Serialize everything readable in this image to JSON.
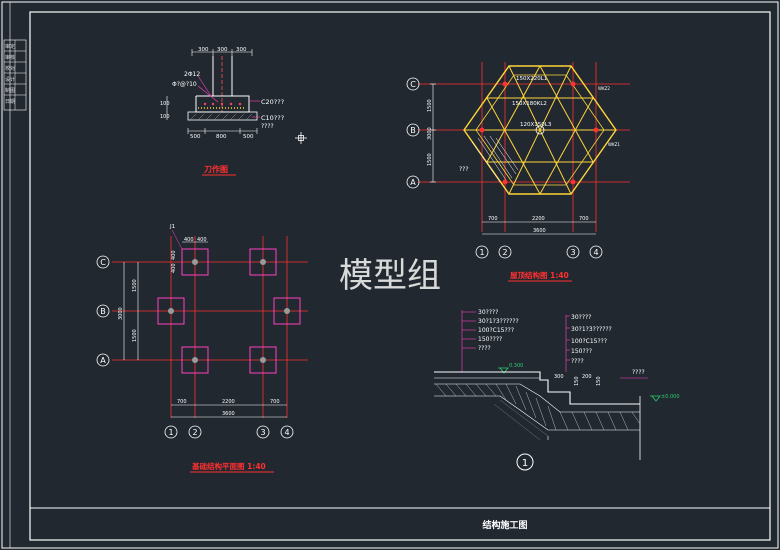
{
  "watermark": "模型组",
  "sheet_title": "结构施工图",
  "title_block": [
    "审定",
    "审核",
    "校对",
    "设计",
    "制图",
    "日期"
  ],
  "section_a": {
    "title": "刀作图",
    "dims_top": [
      "300",
      "300",
      "300"
    ],
    "dims_bottom": [
      "500",
      "800",
      "500"
    ],
    "left_dims": [
      "100",
      "100"
    ],
    "callouts": [
      "2Φ12",
      "Φ?@?10"
    ],
    "labels": [
      "C20???",
      "C10???",
      "????"
    ]
  },
  "roof": {
    "title": "屋顶结构图 1:40",
    "axes": [
      "C",
      "B",
      "A"
    ],
    "left_dims": [
      "1500",
      "3000",
      "1500"
    ],
    "bottom_dims": [
      "700",
      "2200",
      "700"
    ],
    "bottom_total": "3600",
    "bottom_axes": [
      "1",
      "2",
      "3",
      "4"
    ],
    "beam_labels": [
      "150X220L1",
      "150X180KL2",
      "120X150L3"
    ],
    "side_notes": [
      "???",
      "WKZ2",
      "WKZ1"
    ]
  },
  "foundation": {
    "title": "基础结构平面图 1:40",
    "label": "J1",
    "top_dims": [
      "400",
      "400"
    ],
    "axes": [
      "C",
      "B",
      "A"
    ],
    "left_dims": [
      "1500",
      "3000",
      "1500"
    ],
    "side_dims": [
      "400",
      "400"
    ],
    "bottom_dims": [
      "700",
      "2200",
      "700"
    ],
    "bottom_total": "3600",
    "bottom_axes": [
      "1",
      "2",
      "3",
      "4"
    ]
  },
  "stair": {
    "left_labels": [
      "30????",
      "30?1?3??????",
      "100?C15???",
      "150????",
      "????"
    ],
    "right_labels": [
      "30????",
      "30?1?3??????",
      "100?C15???",
      "150???",
      "????"
    ],
    "elev_left": "0.300",
    "elev_right": "±0.000",
    "elev_right2": "????",
    "dims": [
      "300",
      "150",
      "200",
      "150"
    ],
    "marker": "1"
  }
}
